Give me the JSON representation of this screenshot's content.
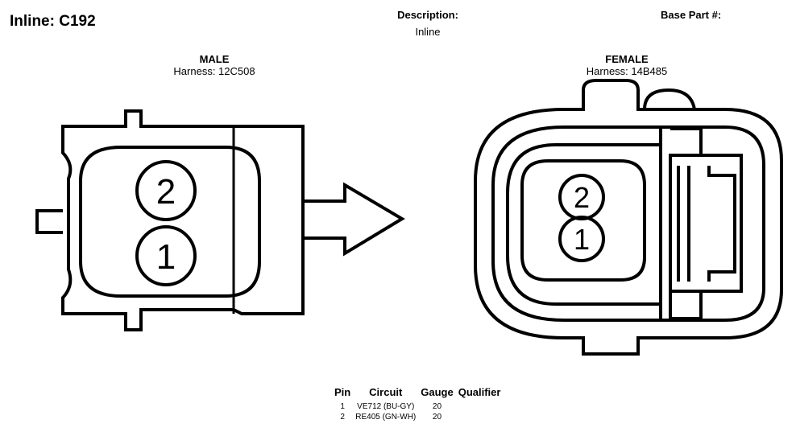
{
  "header": {
    "title": "Inline: C192",
    "description_label": "Description:",
    "description_value": "Inline",
    "base_part_label": "Base Part #:"
  },
  "male": {
    "title": "MALE",
    "harness": "Harness: 12C508",
    "pins": [
      "2",
      "1"
    ]
  },
  "female": {
    "title": "FEMALE",
    "harness": "Harness: 14B485",
    "pins": [
      "2",
      "1"
    ]
  },
  "pin_table": {
    "headers": [
      "Pin",
      "Circuit",
      "Gauge",
      "Qualifier"
    ],
    "rows": [
      {
        "pin": "1",
        "circuit": "VE712 (BU-GY)",
        "gauge": "20",
        "qualifier": ""
      },
      {
        "pin": "2",
        "circuit": "RE405 (GN-WH)",
        "gauge": "20",
        "qualifier": ""
      }
    ]
  }
}
